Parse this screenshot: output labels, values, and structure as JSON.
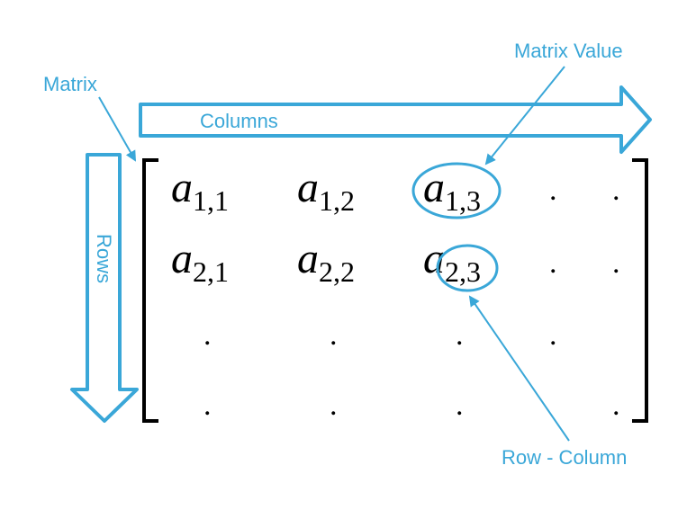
{
  "colors": {
    "accent": "#3aa7d8",
    "ink": "#000000",
    "background": "#ffffff"
  },
  "labels": {
    "matrix": "Matrix",
    "columns": "Columns",
    "rows": "Rows",
    "matrix_value": "Matrix Value",
    "row_column": "Row - Column"
  },
  "matrix": {
    "variable": "a",
    "dot": ".",
    "rows": [
      [
        "1,1",
        "1,2",
        "1,3",
        ".",
        "."
      ],
      [
        "2,1",
        "2,2",
        "2,3",
        ".",
        "."
      ],
      [
        ".",
        ".",
        ".",
        ".",
        ""
      ],
      [
        ".",
        ".",
        ".",
        "",
        "."
      ]
    ]
  },
  "highlights": [
    {
      "entry": "1,3",
      "label": "matrix_value"
    },
    {
      "entry": "2,3",
      "label": "row_column"
    }
  ]
}
